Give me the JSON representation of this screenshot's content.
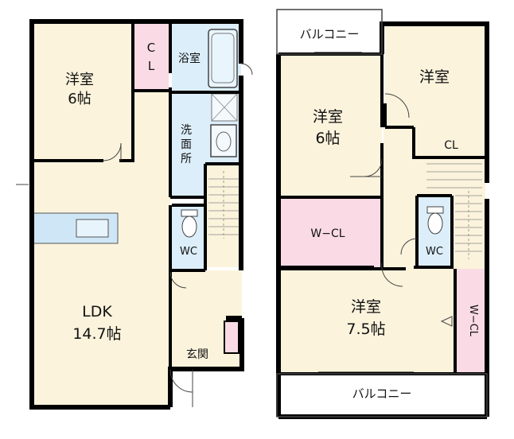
{
  "floor1": {
    "bedroom": {
      "name": "洋室",
      "size": "6帖"
    },
    "closet": {
      "line1": "C",
      "line2": "L"
    },
    "bath": "浴室",
    "washroom": {
      "line1": "洗",
      "line2": "面",
      "line3": "所"
    },
    "toilet": "WC",
    "ldk": {
      "name": "LDK",
      "size": "14.7帖"
    },
    "entrance": "玄関"
  },
  "floor2": {
    "balcony_top": "バルコニー",
    "bedroom_ne": "洋室",
    "bedroom_nw": {
      "name": "洋室",
      "size": "6帖"
    },
    "closet": "CL",
    "walkin1": "W−CL",
    "toilet": "WC",
    "bedroom_s": {
      "name": "洋室",
      "size": "7.5帖"
    },
    "walkin2": "W−CL",
    "balcony_bottom": "バルコニー"
  },
  "colors": {
    "room": "#fbf3dc",
    "wet": "#dceefa",
    "closet": "#fadbe5",
    "wall": "#000000",
    "kitchen": "#cfe6f6"
  }
}
